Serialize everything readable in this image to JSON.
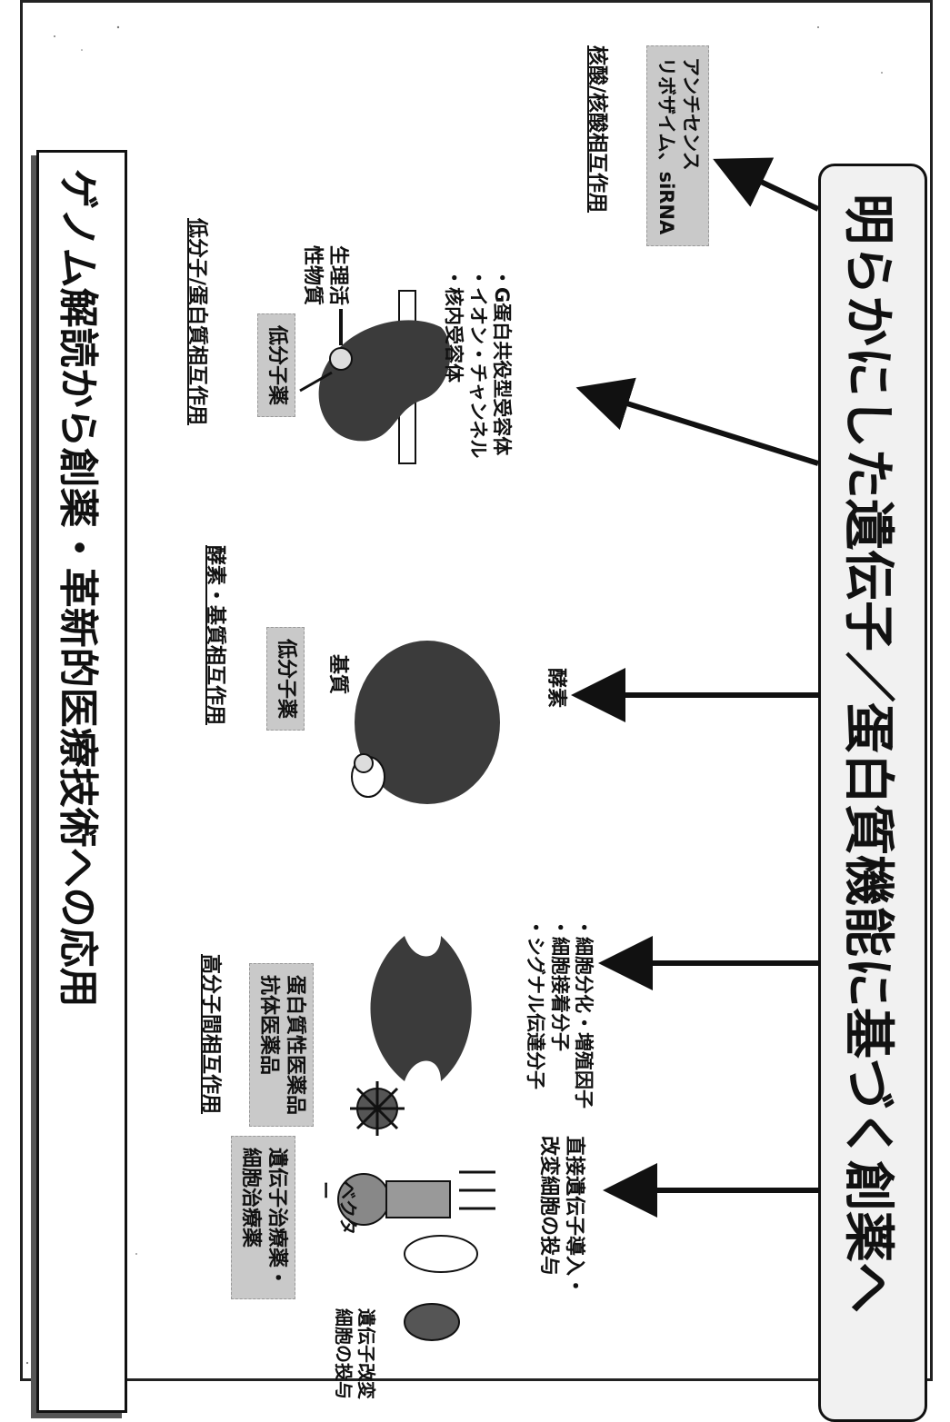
{
  "title": "ゲノム解読から創薬・革新的医療技術への応用",
  "bottom_banner": "明らかにした遺伝子／蛋白質機能に基づく創薬へ",
  "columns": [
    {
      "header": "低分子/蛋白質相互作用",
      "drug_label": "低分子薬",
      "ligand_label": [
        "生理活",
        "性物質"
      ],
      "targets": [
        "・G蛋白共役型受容体",
        "・イオン・チャンネル",
        "・核内受容体"
      ]
    },
    {
      "header": "酵素・基質相互作用",
      "drug_label": "低分子薬",
      "substrate_label": "基質",
      "targets": [
        "酵素"
      ]
    },
    {
      "header": "高分子間相互作用",
      "drug_labels": [
        "蛋白質性医薬品",
        "抗体医薬品"
      ],
      "targets": [
        "・細胞分化・増殖因子",
        "・細胞接着分子",
        "・シグナル伝達分子"
      ]
    },
    {
      "header": "",
      "drug_labels": [
        "遺伝子治療薬・",
        "細胞治療薬"
      ],
      "vector_label": "ベクター",
      "cell_label": [
        "遺伝子改変",
        "細胞の投与"
      ],
      "targets": [
        "直接遺伝子導入・",
        "改変細胞の投与"
      ]
    }
  ],
  "nucleic": {
    "header": "核酸/核酸相互作用",
    "drug_labels": [
      "アンチセンス",
      "リボザイム、siRNA"
    ]
  }
}
